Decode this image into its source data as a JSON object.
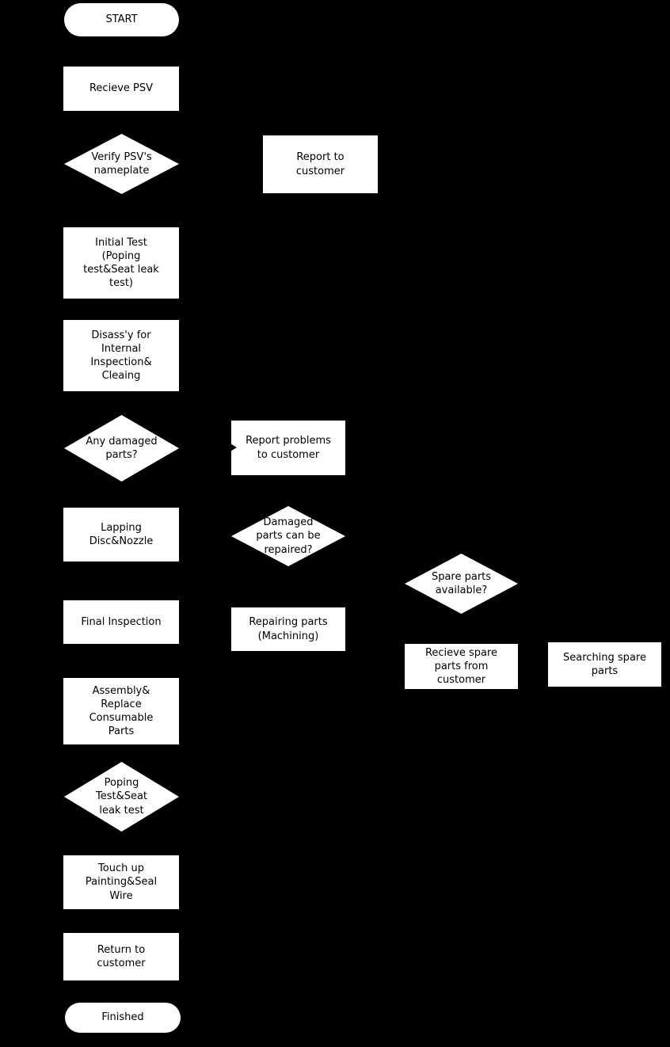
{
  "diagram": {
    "title": "PSV maintenance workflow flowchart",
    "colors": {
      "background": "#000000",
      "node_fill": "#ffffff",
      "node_text": "#000000",
      "connector": "#000000"
    },
    "nodes": [
      {
        "id": "start",
        "type": "terminator",
        "label": "START"
      },
      {
        "id": "recieve-psv",
        "type": "process",
        "label": "Recieve PSV"
      },
      {
        "id": "verify-nameplate",
        "type": "decision",
        "label": "Verify PSV's\nnameplate"
      },
      {
        "id": "report-to-customer",
        "type": "process",
        "label": "Report to\ncustomer"
      },
      {
        "id": "initial-test",
        "type": "process",
        "label": "Initial Test\n(Poping\ntest&Seat leak\ntest)"
      },
      {
        "id": "disassembly",
        "type": "process",
        "label": "Disass'y for\nInternal\nInspection&\nCleaing"
      },
      {
        "id": "any-damaged-parts",
        "type": "decision",
        "label": "Any damaged\nparts?"
      },
      {
        "id": "report-problems",
        "type": "process",
        "label": "Report problems\nto customer"
      },
      {
        "id": "lapping",
        "type": "process",
        "label": "Lapping\nDisc&Nozzle"
      },
      {
        "id": "damaged-repairable",
        "type": "decision",
        "label": "Damaged\nparts can be\nrepaired?"
      },
      {
        "id": "spare-available",
        "type": "decision",
        "label": "Spare parts\navailable?"
      },
      {
        "id": "final-inspection",
        "type": "process",
        "label": "Final Inspection"
      },
      {
        "id": "repairing-parts",
        "type": "process",
        "label": "Repairing parts\n(Machining)"
      },
      {
        "id": "recieve-spare",
        "type": "process",
        "label": "Recieve spare\nparts from\ncustomer"
      },
      {
        "id": "searching-spare",
        "type": "process",
        "label": "Searching spare\nparts"
      },
      {
        "id": "assembly",
        "type": "process",
        "label": "Assembly&\nReplace\nConsumable\nParts"
      },
      {
        "id": "poping-test",
        "type": "decision",
        "label": "Poping\nTest&Seat\nleak test"
      },
      {
        "id": "touch-up",
        "type": "process",
        "label": "Touch up\nPainting&Seal\nWire"
      },
      {
        "id": "return-to-customer",
        "type": "process",
        "label": "Return to\ncustomer"
      },
      {
        "id": "finished",
        "type": "terminator",
        "label": "Finished"
      }
    ]
  }
}
